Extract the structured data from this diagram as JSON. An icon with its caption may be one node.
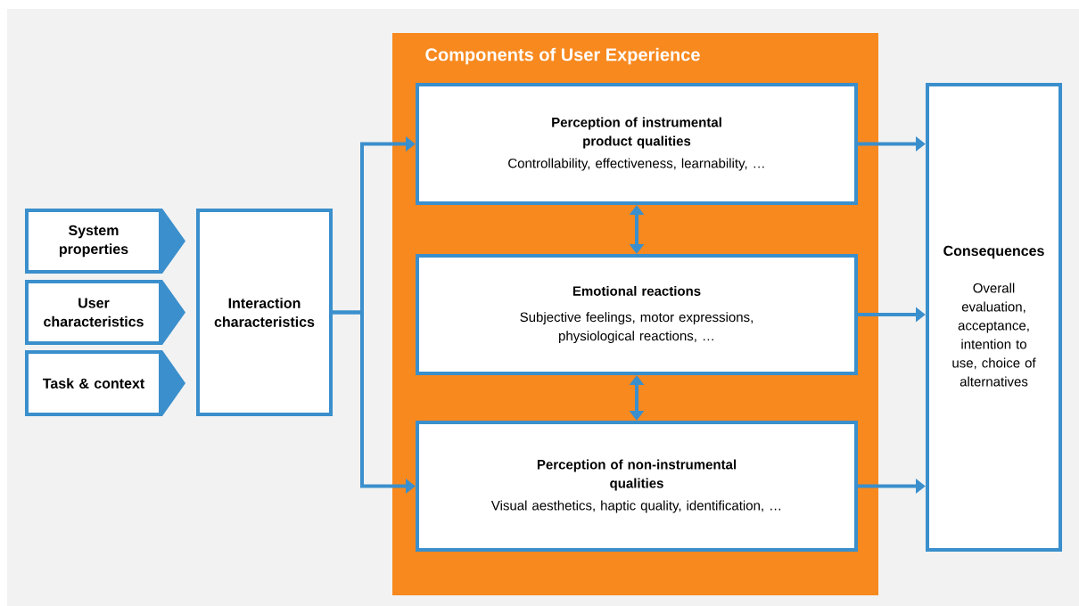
{
  "diagram": {
    "nodes": [
      {
        "text": [
          "System properties"
        ]
      },
      {
        "text": [
          "User characteristics"
        ]
      },
      {
        "text": [
          "Task & context"
        ]
      },
      {
        "text": [
          "Interaction characteristics"
        ]
      },
      {
        "text": [
          "Components of User Experience"
        ]
      },
      {
        "text": [
          "Perception of instrumental product qualities",
          "Controllability, effectiveness, learnability, …"
        ],
        "in": 4
      },
      {
        "text": [
          "Emotional reactions",
          "Subjective feelings, motor expressions, physiological reactions, …"
        ],
        "in": 4
      },
      {
        "text": [
          "Perception of non-instrumental qualities",
          "Visual aesthetics, haptic quality, identification, …"
        ],
        "in": 4
      },
      {
        "text": [
          "Consequences",
          "Overall evaluation, acceptance, intention to use, choice of alternatives"
        ]
      }
    ],
    "edges": [
      {
        "from": 3,
        "to": 5,
        "arrow": "to"
      },
      {
        "from": 3,
        "to": 7,
        "arrow": "to"
      },
      {
        "from": 5,
        "to": 6,
        "arrow": "both"
      },
      {
        "from": 6,
        "to": 7,
        "arrow": "both"
      },
      {
        "from": 5,
        "to": 8,
        "arrow": "to"
      },
      {
        "from": 6,
        "to": 8,
        "arrow": "to"
      },
      {
        "from": 7,
        "to": 8,
        "arrow": "to"
      }
    ]
  }
}
